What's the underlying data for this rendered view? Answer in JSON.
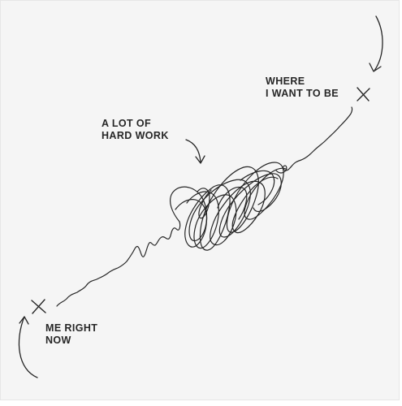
{
  "diagram": {
    "colors": {
      "background": "#f5f5f5",
      "ink": "#262626"
    },
    "labels": {
      "goal": [
        "WHERE",
        "I WANT TO BE"
      ],
      "effort": [
        "A LOT OF",
        "HARD WORK"
      ],
      "start": [
        "ME RIGHT",
        "NOW"
      ]
    },
    "markers": {
      "start": "cross-mark",
      "goal": "cross-mark"
    }
  }
}
